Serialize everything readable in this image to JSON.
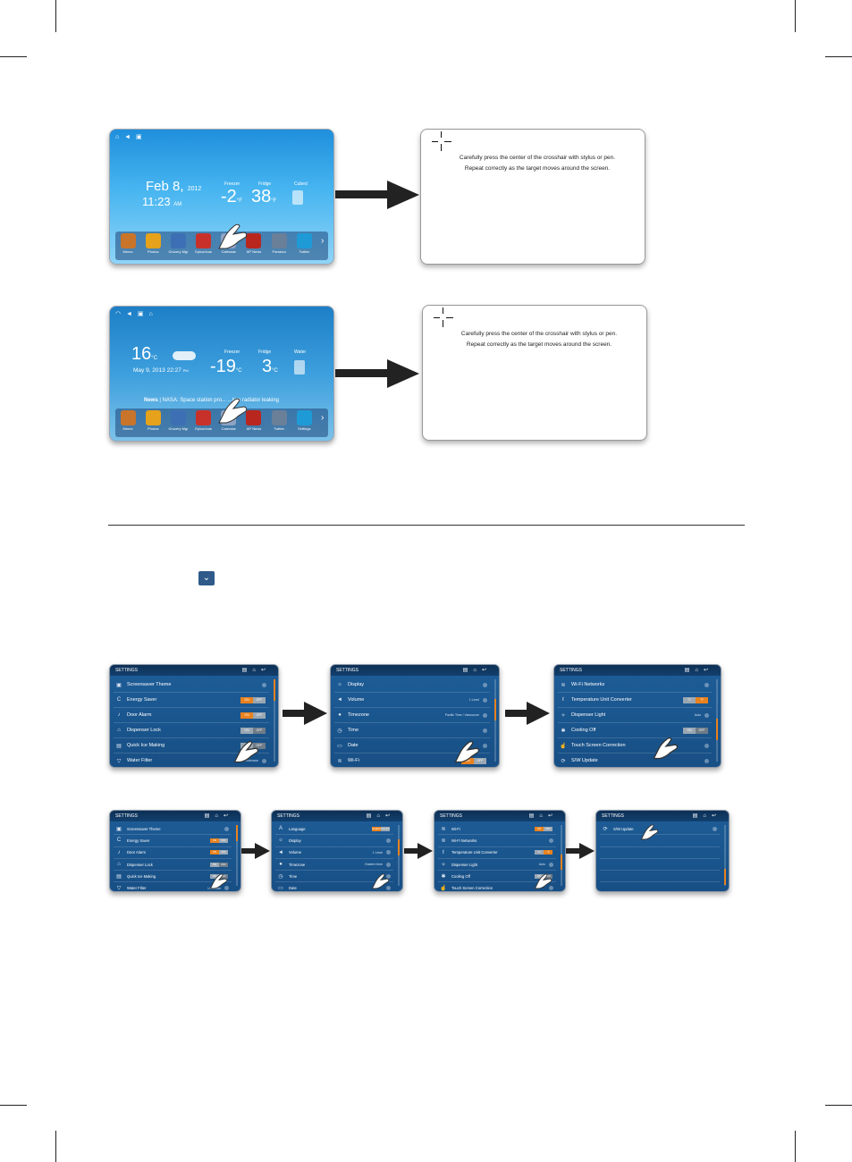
{
  "home1": {
    "status_icons": "⌂ ◄ ▣",
    "date": "Feb 8,",
    "year": "2012",
    "time": "11:23",
    "ampm": "AM",
    "freezer_label": "Freezer",
    "fridge_label": "Fridge",
    "cubed_label": "Cubed",
    "freezer_temp": "-2",
    "fridge_temp": "38",
    "unit": "°F",
    "apps": [
      "Memo",
      "Photos",
      "Grocery Mgr",
      "Epicurious",
      "Calendar",
      "AP News",
      "Pandora",
      "Twitter"
    ]
  },
  "home2": {
    "status_icons": "◠ ◄ ▣ ⌂",
    "temp": "16",
    "unit_c": "°C",
    "date_time": "May 9, 2013 22:27",
    "pm": "PM",
    "freezer_label": "Freezer",
    "fridge_label": "Fridge",
    "water_label": "Water",
    "freezer_temp": "-19",
    "fridge_temp": "3",
    "news_label": "News",
    "news_text": "NASA: Space station pro... ...lem radiator leaking",
    "apps": [
      "Memo",
      "Photos",
      "Grocery Mgr",
      "Epicurious",
      "Calendar",
      "AP News",
      "Twitter",
      "Settings"
    ]
  },
  "calibration": {
    "line1": "Carefully press the center of the crosshair with stylus or pen.",
    "line2": "Repeat correctly as the target moves around the screen."
  },
  "settings": {
    "header": "SETTINGS",
    "s1": [
      {
        "icon": "▣",
        "label": "Screensaver Theme",
        "kind": "arrow",
        "value": ""
      },
      {
        "icon": "C",
        "label": "Energy Saver",
        "kind": "toggle",
        "on": "ON",
        "off": "OFF",
        "active": "a"
      },
      {
        "icon": "♪",
        "label": "Door Alarm",
        "kind": "toggle",
        "on": "ON",
        "off": "OFF",
        "active": "a"
      },
      {
        "icon": "⌂",
        "label": "Dispenser Lock",
        "kind": "toggle",
        "on": "ON",
        "off": "OFF",
        "active": "b"
      },
      {
        "icon": "▤",
        "label": "Quick Ice Making",
        "kind": "toggle",
        "on": "ON",
        "off": "OFF",
        "active": "b"
      },
      {
        "icon": "▽",
        "label": "Water Filter",
        "kind": "arrow",
        "value": "Unknown"
      }
    ],
    "s2": [
      {
        "icon": "☼",
        "label": "Display",
        "kind": "arrow",
        "value": ""
      },
      {
        "icon": "◄",
        "label": "Volume",
        "kind": "arrow",
        "value": "1 Level"
      },
      {
        "icon": "●",
        "label": "Timezone",
        "kind": "arrow",
        "value": "Pacific Time / Vancouver"
      },
      {
        "icon": "◷",
        "label": "Time",
        "kind": "arrow",
        "value": ""
      },
      {
        "icon": "▭",
        "label": "Date",
        "kind": "arrow",
        "value": ""
      },
      {
        "icon": "≋",
        "label": "Wi-Fi",
        "kind": "toggle",
        "on": "ON",
        "off": "OFF",
        "active": "a"
      }
    ],
    "s3": [
      {
        "icon": "≋",
        "label": "Wi-Fi Networks",
        "kind": "arrow",
        "value": ""
      },
      {
        "icon": "ℓ",
        "label": "Temperature Unit Converter",
        "kind": "toggle",
        "on": "°C",
        "off": "°F",
        "active": "b2"
      },
      {
        "icon": "✧",
        "label": "Dispenser Light",
        "kind": "arrow",
        "value": "Auto"
      },
      {
        "icon": "✱",
        "label": "Cooling Off",
        "kind": "toggle",
        "on": "ON",
        "off": "OFF",
        "active": "b"
      },
      {
        "icon": "☝",
        "label": "Touch Screen Correction",
        "kind": "arrow",
        "value": ""
      },
      {
        "icon": "⟳",
        "label": "S/W Update",
        "kind": "arrow",
        "value": ""
      }
    ],
    "t1": [
      {
        "icon": "▣",
        "label": "Screensaver Theme",
        "kind": "arrow",
        "value": ""
      },
      {
        "icon": "C",
        "label": "Energy Saver",
        "kind": "toggle",
        "on": "ON",
        "off": "OFF",
        "active": "a"
      },
      {
        "icon": "♪",
        "label": "Door Alarm",
        "kind": "toggle",
        "on": "ON",
        "off": "OFF",
        "active": "a"
      },
      {
        "icon": "⌂",
        "label": "Dispenser Lock",
        "kind": "toggle",
        "on": "ON",
        "off": "OFF",
        "active": "b"
      },
      {
        "icon": "▤",
        "label": "Quick Ice Making",
        "kind": "toggle",
        "on": "ON",
        "off": "OFF",
        "active": "b"
      },
      {
        "icon": "▽",
        "label": "Water Filter",
        "kind": "arrow",
        "value": "Unknown"
      }
    ],
    "t2": [
      {
        "icon": "A",
        "label": "Language",
        "kind": "toggle",
        "on": "English",
        "off": "French",
        "active": "a"
      },
      {
        "icon": "☼",
        "label": "Display",
        "kind": "arrow",
        "value": ""
      },
      {
        "icon": "◄",
        "label": "Volume",
        "kind": "arrow",
        "value": "1 Level"
      },
      {
        "icon": "●",
        "label": "Timezone",
        "kind": "arrow",
        "value": "Eastern time"
      },
      {
        "icon": "◷",
        "label": "Time",
        "kind": "arrow",
        "value": ""
      },
      {
        "icon": "▭",
        "label": "Date",
        "kind": "arrow",
        "value": ""
      }
    ],
    "t3": [
      {
        "icon": "≋",
        "label": "Wi-Fi",
        "kind": "toggle",
        "on": "ON",
        "off": "OFF",
        "active": "a"
      },
      {
        "icon": "≋",
        "label": "Wi-Fi Networks",
        "kind": "arrow",
        "value": ""
      },
      {
        "icon": "ℓ",
        "label": "Temperature Unit Converter",
        "kind": "toggle",
        "on": "°C",
        "off": "°F",
        "active": "b2"
      },
      {
        "icon": "✧",
        "label": "Dispenser Light",
        "kind": "arrow",
        "value": "Auto"
      },
      {
        "icon": "✱",
        "label": "Cooling Off",
        "kind": "toggle",
        "on": "ON",
        "off": "OFF",
        "active": "b"
      },
      {
        "icon": "☝",
        "label": "Touch Screen Correction",
        "kind": "arrow",
        "value": ""
      }
    ],
    "t4": [
      {
        "icon": "⟳",
        "label": "S/W Update",
        "kind": "arrow",
        "value": ""
      },
      {
        "icon": "",
        "label": "",
        "kind": "none",
        "value": ""
      },
      {
        "icon": "",
        "label": "",
        "kind": "none",
        "value": ""
      },
      {
        "icon": "",
        "label": "",
        "kind": "none",
        "value": ""
      },
      {
        "icon": "",
        "label": "",
        "kind": "none",
        "value": ""
      },
      {
        "icon": "",
        "label": "",
        "kind": "none",
        "value": ""
      }
    ]
  },
  "colors": {
    "accent": "#e8821e",
    "panel": "#1e5d98",
    "sky": "#2e9fe6"
  }
}
